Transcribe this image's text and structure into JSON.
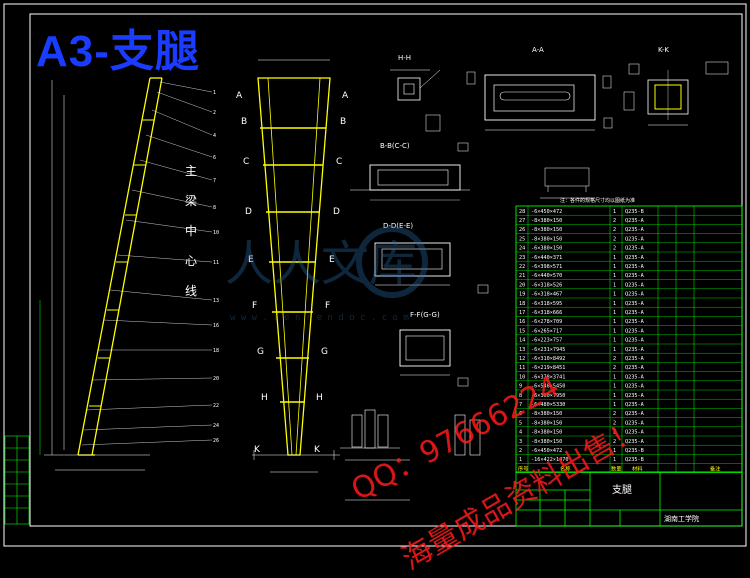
{
  "title": "A3-支腿",
  "vertical_note": [
    "主",
    "梁",
    "中",
    "心",
    "线"
  ],
  "sections": {
    "hh": "H-H",
    "aa": "A-A",
    "kk": "K-K",
    "bc": "B-B(C-C)",
    "de": "D-D(E-E)",
    "fg": "F-F(G-G)"
  },
  "elevation_labels": [
    "A",
    "B",
    "C",
    "D",
    "E",
    "F",
    "G",
    "H",
    "K"
  ],
  "table": {
    "title": "注：各件的规格尺寸均以图纸为准",
    "rows": [
      {
        "no": "28",
        "spec": "-6×450×472",
        "qty": "1",
        "mat": "Q235-B"
      },
      {
        "no": "27",
        "spec": "-8×380×150",
        "qty": "2",
        "mat": "Q235-A"
      },
      {
        "no": "26",
        "spec": "-8×380×150",
        "qty": "2",
        "mat": "Q235-A"
      },
      {
        "no": "25",
        "spec": "-8×380×150",
        "qty": "2",
        "mat": "Q235-A"
      },
      {
        "no": "24",
        "spec": "-6×380×150",
        "qty": "2",
        "mat": "Q235-A"
      },
      {
        "no": "23",
        "spec": "-6×440×371",
        "qty": "1",
        "mat": "Q235-A"
      },
      {
        "no": "22",
        "spec": "-6×398×571",
        "qty": "1",
        "mat": "Q235-A"
      },
      {
        "no": "21",
        "spec": "-6×440×570",
        "qty": "1",
        "mat": "Q235-A"
      },
      {
        "no": "20",
        "spec": "-6×318×526",
        "qty": "1",
        "mat": "Q235-A"
      },
      {
        "no": "19",
        "spec": "-6×318×467",
        "qty": "1",
        "mat": "Q235-A"
      },
      {
        "no": "18",
        "spec": "-6×318×595",
        "qty": "1",
        "mat": "Q235-A"
      },
      {
        "no": "17",
        "spec": "-6×318×666",
        "qty": "1",
        "mat": "Q235-A"
      },
      {
        "no": "16",
        "spec": "-6×278×709",
        "qty": "1",
        "mat": "Q235-A"
      },
      {
        "no": "15",
        "spec": "-6×265×717",
        "qty": "1",
        "mat": "Q235-A"
      },
      {
        "no": "14",
        "spec": "-6×223×757",
        "qty": "1",
        "mat": "Q235-A"
      },
      {
        "no": "13",
        "spec": "-6×231×7945",
        "qty": "1",
        "mat": "Q235-A"
      },
      {
        "no": "12",
        "spec": "-6×310×8492",
        "qty": "2",
        "mat": "Q235-A"
      },
      {
        "no": "11",
        "spec": "-6×219×8451",
        "qty": "2",
        "mat": "Q235-A"
      },
      {
        "no": "10",
        "spec": "-6×378×3741",
        "qty": "1",
        "mat": "Q235-A"
      },
      {
        "no": "9",
        "spec": "-6×540×5450",
        "qty": "1",
        "mat": "Q235-A"
      },
      {
        "no": "8",
        "spec": "-6×360×7950",
        "qty": "1",
        "mat": "Q235-A"
      },
      {
        "no": "7",
        "spec": "-6×480×5330",
        "qty": "1",
        "mat": "Q235-A"
      },
      {
        "no": "6",
        "spec": "-8×380×150",
        "qty": "2",
        "mat": "Q235-A"
      },
      {
        "no": "5",
        "spec": "-8×380×150",
        "qty": "2",
        "mat": "Q235-A"
      },
      {
        "no": "4",
        "spec": "-8×380×150",
        "qty": "2",
        "mat": "Q235-A"
      },
      {
        "no": "3",
        "spec": "-8×380×150",
        "qty": "2",
        "mat": "Q235-A"
      },
      {
        "no": "2",
        "spec": "-6×450×472",
        "qty": "1",
        "mat": "Q235-B"
      },
      {
        "no": "1",
        "spec": "-16×422×1470",
        "qty": "1",
        "mat": "Q235-B"
      }
    ],
    "header": {
      "no": "序号",
      "name": "名称",
      "qty": "数量",
      "mat": "材料",
      "note": "备注"
    }
  },
  "title_block": {
    "part_name": "支腿",
    "school": "湖南工学院"
  },
  "watermark": {
    "brand": "人人文库",
    "url": "w w w . r e n r e n d o c . c o m",
    "qq": "QQ：97666224",
    "ad": "海量成品资料出售！"
  }
}
